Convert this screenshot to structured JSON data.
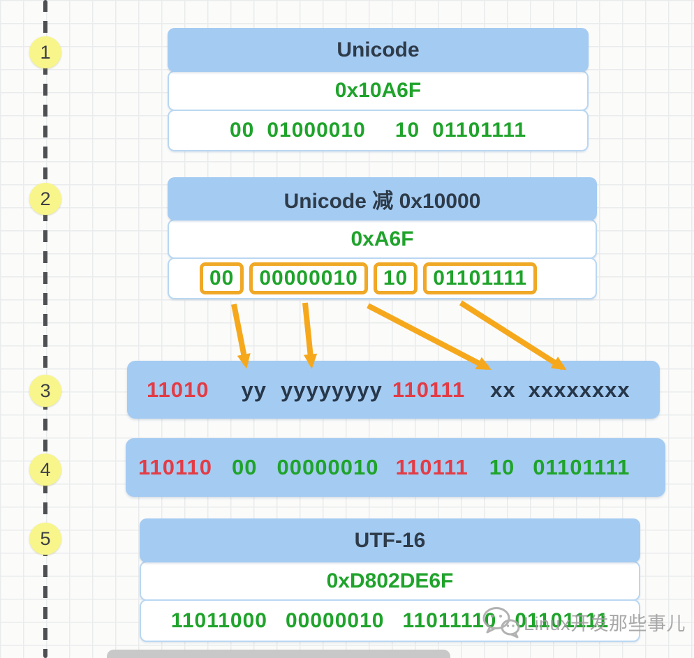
{
  "steps": {
    "s1": "1",
    "s2": "2",
    "s3": "3",
    "s4": "4",
    "s5": "5"
  },
  "box_unicode": {
    "title": "Unicode",
    "hex": "0x10A6F",
    "bin": {
      "g1": "00",
      "g2": "01000010",
      "g3": "10",
      "g4": "01101111"
    }
  },
  "box_minus": {
    "title": "Unicode 减 0x10000",
    "hex": "0xA6F",
    "groups": {
      "g1": "00",
      "g2": "00000010",
      "g3": "10",
      "g4": "01101111"
    }
  },
  "bar_template": {
    "t1": "11010",
    "t2": "yy",
    "t3": "yyyyyyyy",
    "t4": "110111",
    "t5": "xx",
    "t6": "xxxxxxxx"
  },
  "bar_filled": {
    "t1": "110110",
    "t2": "00",
    "t3": "00000010",
    "t4": "110111",
    "t5": "10",
    "t6": "01101111"
  },
  "box_utf16": {
    "title": "UTF-16",
    "hex": "0xD802DE6F",
    "bin": {
      "g1": "11011000",
      "g2": "00000010",
      "g3": "11011110",
      "g4": "01101111"
    }
  },
  "watermark": {
    "text": "Linux开发那些事儿",
    "icon": "wechat-logo"
  },
  "colors": {
    "accent_blue": "#a4cbf2",
    "green": "#1fa32b",
    "red": "#e23c46",
    "orange": "#f0a827",
    "circle_yellow": "#f8f58b"
  }
}
